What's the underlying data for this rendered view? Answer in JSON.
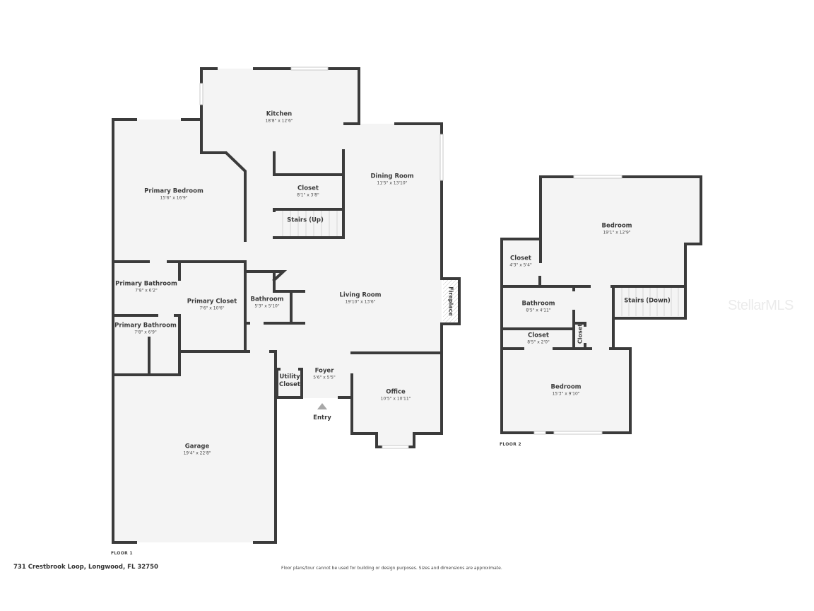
{
  "floor1": {
    "label": "FLOOR 1",
    "rooms": {
      "kitchen": {
        "name": "Kitchen",
        "dim": "18'8\" x 12'6\""
      },
      "dining_room": {
        "name": "Dining Room",
        "dim": "11'5\" x 13'10\""
      },
      "primary_bedroom": {
        "name": "Primary Bedroom",
        "dim": "15'6\" x 16'9\""
      },
      "closet": {
        "name": "Closet",
        "dim": "8'1\" x 3'8\""
      },
      "stairs_up": {
        "name": "Stairs (Up)"
      },
      "primary_bathroom_1": {
        "name": "Primary Bathroom",
        "dim": "7'8\" x 6'2\""
      },
      "primary_closet": {
        "name": "Primary Closet",
        "dim": "7'6\" x 10'6\""
      },
      "bathroom": {
        "name": "Bathroom",
        "dim": "5'3\" x 5'10\""
      },
      "living_room": {
        "name": "Living Room",
        "dim": "19'10\" x 13'6\""
      },
      "fireplace": {
        "name": "Fireplace"
      },
      "primary_bathroom_2": {
        "name": "Primary Bathroom",
        "dim": "7'8\" x 6'9\""
      },
      "foyer": {
        "name": "Foyer",
        "dim": "5'6\" x 5'5\""
      },
      "utility_closet": {
        "name_line1": "Utility",
        "name_line2": "Closet"
      },
      "office": {
        "name": "Office",
        "dim": "10'5\" x 10'11\""
      },
      "garage": {
        "name": "Garage",
        "dim": "19'4\" x 22'8\""
      }
    },
    "entry_label": "Entry"
  },
  "floor2": {
    "label": "FLOOR 2",
    "rooms": {
      "bedroom_1": {
        "name": "Bedroom",
        "dim": "19'1\" x 12'9\""
      },
      "closet_1": {
        "name": "Closet",
        "dim": "4'3\" x 5'4\""
      },
      "bathroom": {
        "name": "Bathroom",
        "dim": "8'5\" x 4'11\""
      },
      "stairs_down": {
        "name": "Stairs (Down)"
      },
      "closet_2": {
        "name": "Closet",
        "dim": "8'5\" x 2'0\""
      },
      "closet_3": {
        "name": "Closet"
      },
      "bedroom_2": {
        "name": "Bedroom",
        "dim": "15'3\" x 9'10\""
      }
    }
  },
  "footer": {
    "address": "731 Crestbrook Loop, Longwood, FL 32750",
    "disclaimer": "Floor plans/tour cannot be used for building or design purposes. Sizes and dimensions are approximate."
  },
  "watermark": "StellarMLS",
  "colors": {
    "wall": "#3b3b3b",
    "floor": "#f4f4f4",
    "window": "#ffffff",
    "entry_arrow": "#a8a8a8"
  }
}
